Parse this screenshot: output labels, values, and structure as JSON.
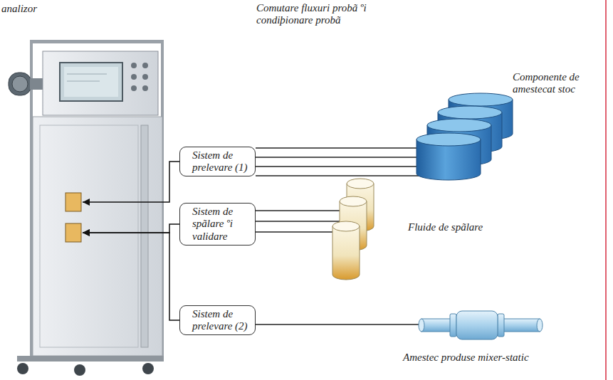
{
  "diagram": {
    "nodes": [
      {
        "text": [
          "analizor"
        ]
      },
      {
        "text": [
          "Sistem de prelevare (1)"
        ]
      },
      {
        "text": [
          "Sistem de spãlare ºi validare"
        ]
      },
      {
        "text": [
          "Sistem de prelevare (2)"
        ]
      }
    ],
    "edges": [
      {
        "from": 1,
        "to": 0,
        "arrow": "to"
      },
      {
        "from": 2,
        "to": 0,
        "arrow": "to"
      },
      {
        "from": 3,
        "to": 0,
        "arrow": "to"
      }
    ],
    "labels": [
      "Comutare fluxuri probã ºi condiþionare probã",
      "Componente de amestecat stoc",
      "Fluide de spãlare",
      "Amestec produse mixer-static"
    ]
  }
}
